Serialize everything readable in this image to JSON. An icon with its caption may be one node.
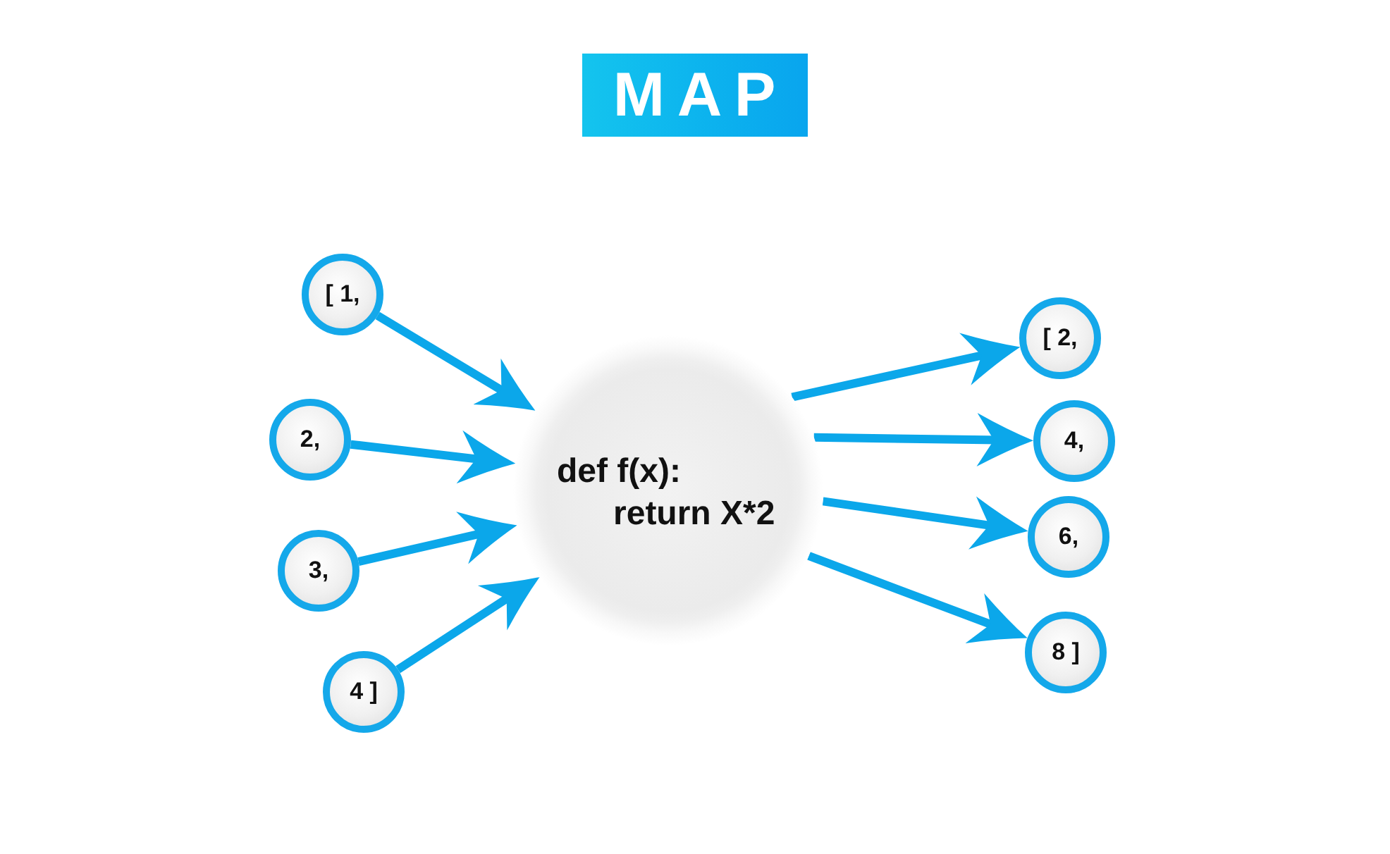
{
  "diagram": {
    "title": "MAP",
    "nodes": [
      {
        "text": [
          "[ 1,"
        ]
      },
      {
        "text": [
          "2,"
        ]
      },
      {
        "text": [
          "3,"
        ]
      },
      {
        "text": [
          "4 ]"
        ]
      },
      {
        "text": [
          "def f(x):",
          "return X*2"
        ]
      },
      {
        "text": [
          "[ 2,"
        ]
      },
      {
        "text": [
          "4,"
        ]
      },
      {
        "text": [
          "6,"
        ]
      },
      {
        "text": [
          "8 ]"
        ]
      }
    ],
    "edges": [
      {
        "from": 0,
        "to": 4,
        "arrow": "to"
      },
      {
        "from": 1,
        "to": 4,
        "arrow": "to"
      },
      {
        "from": 2,
        "to": 4,
        "arrow": "to"
      },
      {
        "from": 3,
        "to": 4,
        "arrow": "to"
      },
      {
        "from": 4,
        "to": 5,
        "arrow": "to"
      },
      {
        "from": 4,
        "to": 6,
        "arrow": "to"
      },
      {
        "from": 4,
        "to": 7,
        "arrow": "to"
      },
      {
        "from": 4,
        "to": 8,
        "arrow": "to"
      }
    ]
  }
}
